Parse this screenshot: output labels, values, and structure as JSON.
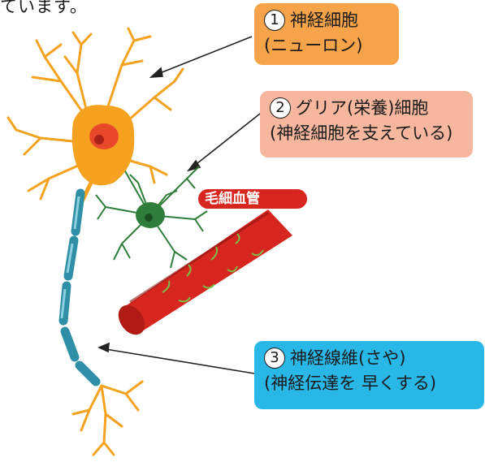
{
  "intro_fragment": "ています。",
  "callouts": [
    {
      "number": "1",
      "line1": "神経細胞",
      "line2": "(ニューロン)",
      "color": "#f6a34a"
    },
    {
      "number": "2",
      "line1": "グリア(栄養)細胞",
      "line2": "(神経細胞を支えている)",
      "color": "#f7b79e"
    },
    {
      "number": "3",
      "line1": "神経線維(さや)",
      "line2": "(神経伝達を 早くする)",
      "color": "#29b7e8"
    }
  ],
  "blood_vessel_label": "毛細血管",
  "colors": {
    "neuron": "#f4a21f",
    "nucleus": "#e8492b",
    "glia": "#2f7d3a",
    "vessel": "#d7261f",
    "myelin": "#2f8fa6"
  }
}
